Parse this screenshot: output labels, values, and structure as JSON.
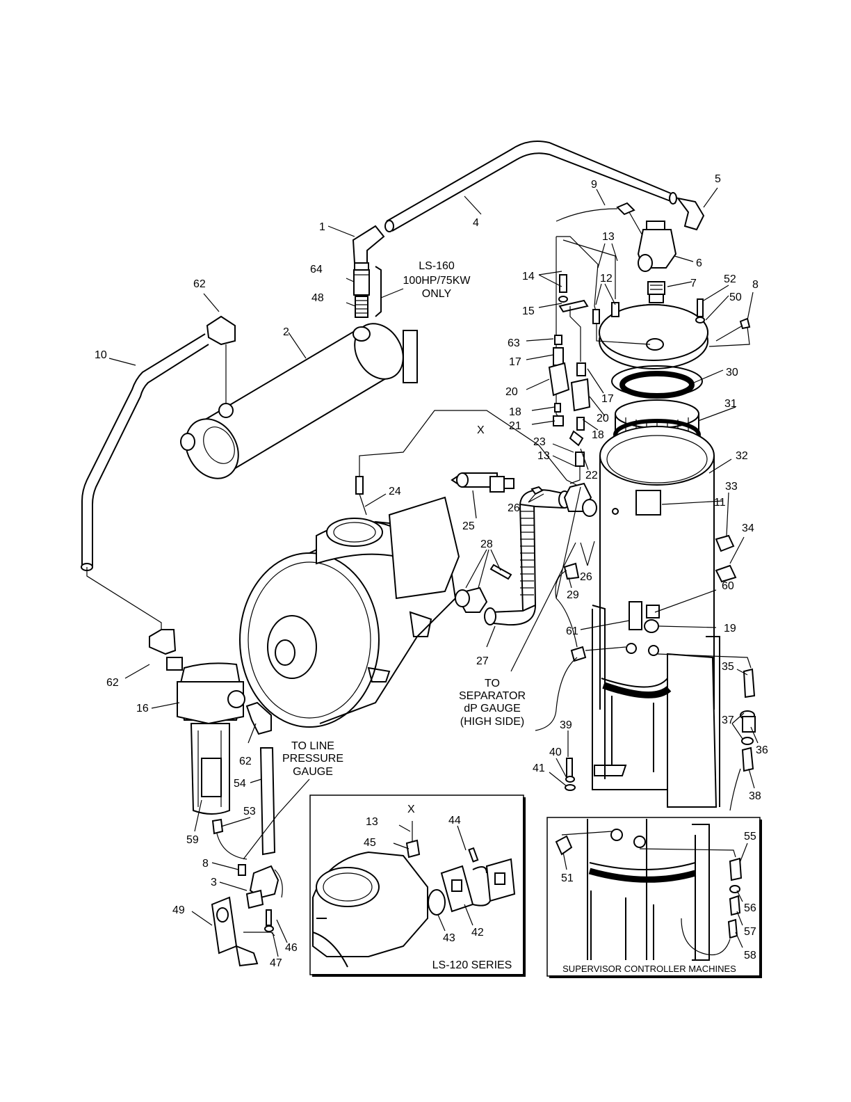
{
  "parts": {
    "p1": "1",
    "p2": "2",
    "p3": "3",
    "p4": "4",
    "p5": "5",
    "p6": "6",
    "p7": "7",
    "p8": "8",
    "p9": "9",
    "p10": "10",
    "p11": "11",
    "p12": "12",
    "p13": "13",
    "p14": "14",
    "p15": "15",
    "p16": "16",
    "p17": "17",
    "p18": "18",
    "p19": "19",
    "p20": "20",
    "p21": "21",
    "p22": "22",
    "p23": "23",
    "p24": "24",
    "p25": "25",
    "p26": "26",
    "p27": "27",
    "p28": "28",
    "p29": "29",
    "p30": "30",
    "p31": "31",
    "p32": "32",
    "p33": "33",
    "p34": "34",
    "p35": "35",
    "p36": "36",
    "p37": "37",
    "p38": "38",
    "p39": "39",
    "p40": "40",
    "p41": "41",
    "p42": "42",
    "p43": "43",
    "p44": "44",
    "p45": "45",
    "p46": "46",
    "p47": "47",
    "p48": "48",
    "p49": "49",
    "p50": "50",
    "p51": "51",
    "p52": "52",
    "p53": "53",
    "p54": "54",
    "p55": "55",
    "p56": "56",
    "p57": "57",
    "p58": "58",
    "p59": "59",
    "p60": "60",
    "p61": "61",
    "p62": "62",
    "p63": "63",
    "p64": "64",
    "x": "X"
  },
  "notes": {
    "ls160_line1": "LS-160",
    "ls160_line2": "100HP/75KW",
    "ls160_line3": "ONLY",
    "sep_line1": "TO",
    "sep_line2": "SEPARATOR",
    "sep_line3": "dP GAUGE",
    "sep_line4": "(HIGH SIDE)",
    "line_line1": "TO LINE",
    "line_line2": "PRESSURE",
    "line_line3": "GAUGE"
  },
  "insets": {
    "ls120_caption": "LS-120 SERIES",
    "supervisor_caption": "SUPERVISOR CONTROLLER MACHINES"
  }
}
